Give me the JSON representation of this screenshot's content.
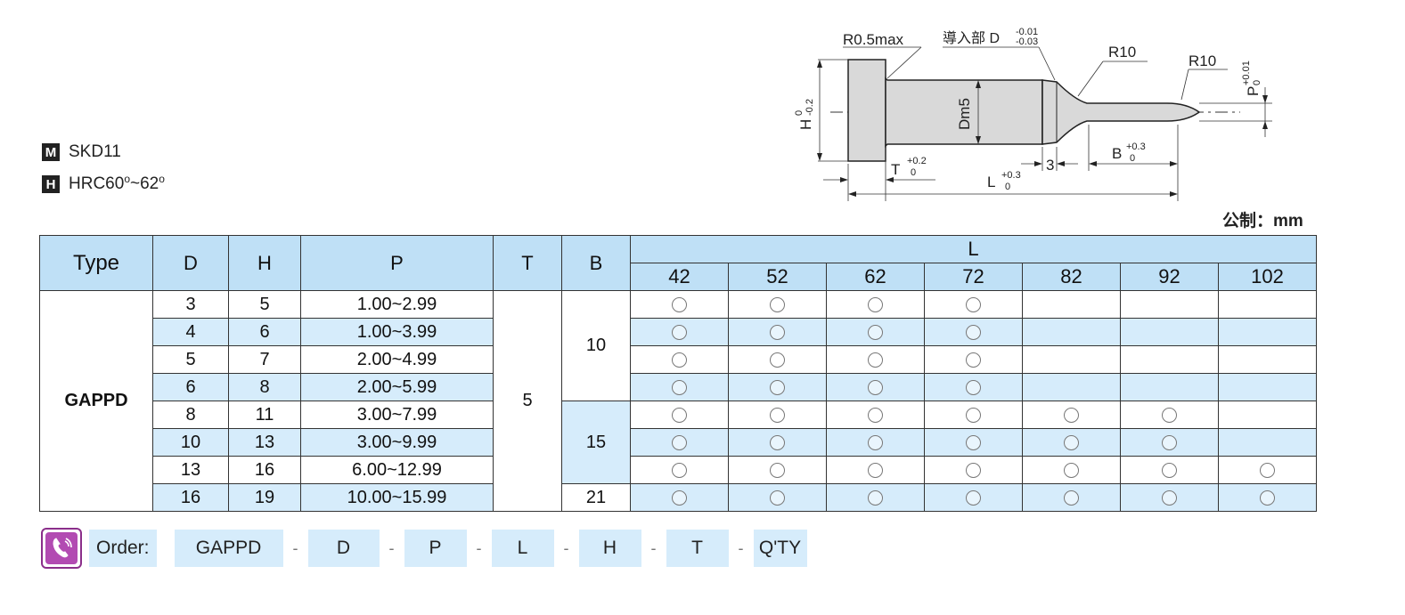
{
  "specs": {
    "material_icon": "M",
    "material": "SKD11",
    "hardness_icon": "H",
    "hardness_prefix": "HRC60",
    "hardness_mid": "~62",
    "degree_mark": "o"
  },
  "drawing": {
    "r_head": "R0.5max",
    "guide_label": "導入部 D",
    "guide_tol_upper": "-0.01",
    "guide_tol_lower": "-0.03",
    "r_neck": "R10",
    "r_tip": "R10",
    "h_label": "H",
    "h_tol_upper": "0",
    "h_tol_lower": "-0.2",
    "dm5": "Dm5",
    "p_label": "P",
    "p_tol_upper": "+0.01",
    "p_tol_lower": "0",
    "t_label": "T",
    "t_tol_upper": "+0.2",
    "t_tol_lower": "0",
    "l_label": "L",
    "l_tol_upper": "+0.3",
    "l_tol_lower": "0",
    "three": "3",
    "b_label": "B",
    "b_tol_upper": "+0.3",
    "b_tol_lower": "0"
  },
  "unit_label": "公制：mm",
  "table": {
    "headers": {
      "type": "Type",
      "d": "D",
      "h": "H",
      "p": "P",
      "t": "T",
      "b": "B",
      "l": "L"
    },
    "l_values": [
      "42",
      "52",
      "62",
      "72",
      "82",
      "92",
      "102"
    ],
    "type_name": "GAPPD",
    "t_value": "5",
    "b_groups": [
      "10",
      "15",
      "21"
    ],
    "rows": [
      {
        "d": "3",
        "h": "5",
        "p": "1.00~2.99",
        "avail": [
          true,
          true,
          true,
          true,
          false,
          false,
          false
        ]
      },
      {
        "d": "4",
        "h": "6",
        "p": "1.00~3.99",
        "avail": [
          true,
          true,
          true,
          true,
          false,
          false,
          false
        ]
      },
      {
        "d": "5",
        "h": "7",
        "p": "2.00~4.99",
        "avail": [
          true,
          true,
          true,
          true,
          false,
          false,
          false
        ]
      },
      {
        "d": "6",
        "h": "8",
        "p": "2.00~5.99",
        "avail": [
          true,
          true,
          true,
          true,
          false,
          false,
          false
        ]
      },
      {
        "d": "8",
        "h": "11",
        "p": "3.00~7.99",
        "avail": [
          true,
          true,
          true,
          true,
          true,
          true,
          false
        ]
      },
      {
        "d": "10",
        "h": "13",
        "p": "3.00~9.99",
        "avail": [
          true,
          true,
          true,
          true,
          true,
          true,
          false
        ]
      },
      {
        "d": "13",
        "h": "16",
        "p": "6.00~12.99",
        "avail": [
          true,
          true,
          true,
          true,
          true,
          true,
          true
        ]
      },
      {
        "d": "16",
        "h": "19",
        "p": "10.00~15.99",
        "avail": [
          true,
          true,
          true,
          true,
          true,
          true,
          true
        ]
      }
    ]
  },
  "order": {
    "label": "Order:",
    "parts": [
      "GAPPD",
      "D",
      "P",
      "L",
      "H",
      "T",
      "Q'TY"
    ],
    "separator": "-"
  }
}
